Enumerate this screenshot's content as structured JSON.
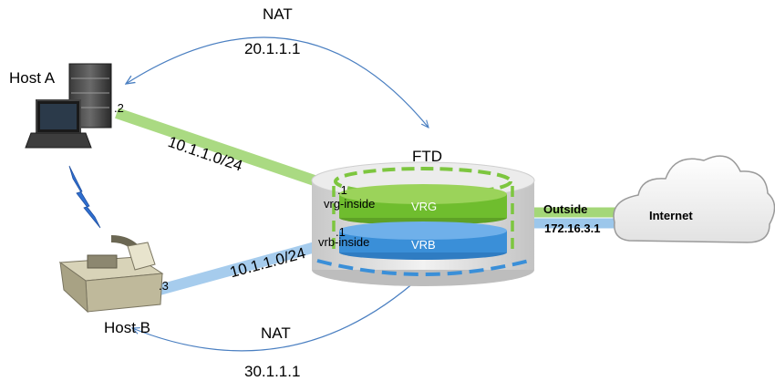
{
  "nat_top": {
    "title": "NAT",
    "ip": "20.1.1.1"
  },
  "nat_bottom": {
    "title": "NAT",
    "ip": "30.1.1.1"
  },
  "host_a": {
    "label": "Host A",
    "port": ".2"
  },
  "host_b": {
    "label": "Host B",
    "port": ".3"
  },
  "ftd": {
    "label": "FTD"
  },
  "vrg": {
    "label": "VRG",
    "inside_label": "vrg-inside",
    "inside_port": ".1"
  },
  "vrb": {
    "label": "VRB",
    "inside_label": "vrb-inside",
    "inside_port": ".1"
  },
  "links": {
    "host_a_subnet": "10.1.1.0/24",
    "host_b_subnet": "10.1.1.0/24"
  },
  "outside": {
    "label": "Outside",
    "ip": "172.16.3.1"
  },
  "cloud": {
    "label": "Internet"
  },
  "colors": {
    "green": "#7dc63f",
    "blue": "#3a8fd8",
    "nat_arrow": "#4a7fc1"
  }
}
